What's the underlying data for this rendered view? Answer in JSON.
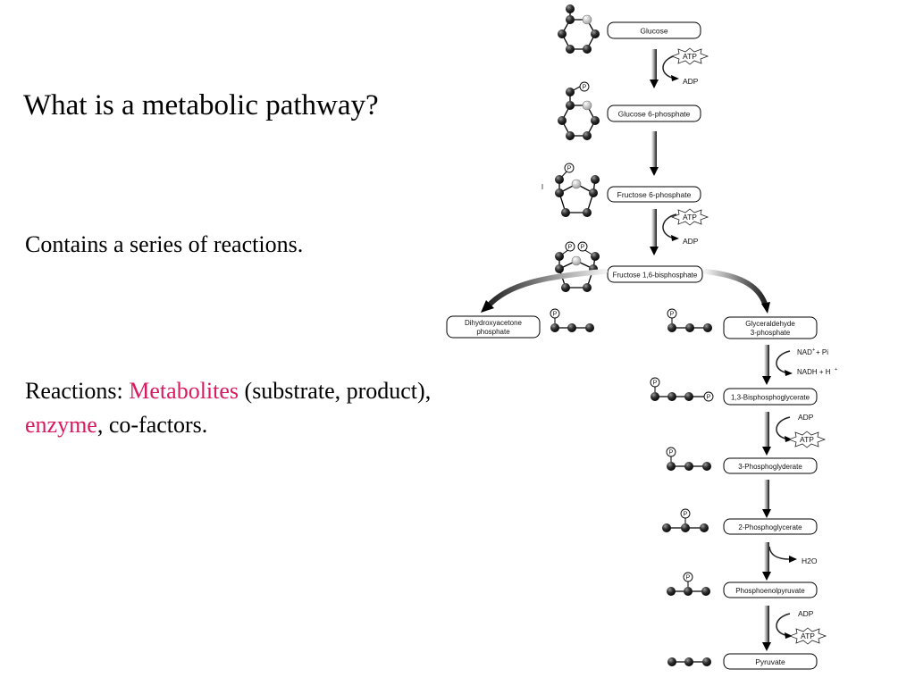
{
  "slide": {
    "title": "What is a metabolic pathway?",
    "point1": "Contains a series of reactions.",
    "point2": {
      "prefix": "Reactions: ",
      "metabolites": "Metabolites",
      "middle": " (substrate, product),",
      "enzyme": "enzyme",
      "suffix": ", co-factors."
    }
  },
  "colors": {
    "accent": "#d81b60",
    "text": "#000000"
  },
  "pathway": {
    "intermediates": {
      "glucose": "Glucose",
      "glucose_6_phosphate": "Glucose 6-phosphate",
      "fructose_6_phosphate": "Fructose 6-phosphate",
      "fructose_1_6_bisphosphate": "Fructose 1,6-bisphosphate",
      "dihydroxyacetone_phosphate_line1": "Dihydroxyacetone",
      "dihydroxyacetone_phosphate_line2": "phosphate",
      "glyceraldehyde_3_phosphate_line1": "Glyceraldehyde",
      "glyceraldehyde_3_phosphate_line2": "3-phosphate",
      "bisphosphoglycerate": "1,3-Bisphosphoglycerate",
      "phosphoglycerate_3": "3-Phosphoglyderate",
      "phosphoglycerate_2": "2-Phosphoglycerate",
      "phosphoenolpyruvate": "Phosphoenolpyruvate",
      "pyruvate": "Pyruvate"
    },
    "cofactors": {
      "atp": "ATP",
      "adp": "ADP",
      "nad": "NAD",
      "nad_pi": " + Pi",
      "nadh": "NADH + H",
      "plus_sign": "+",
      "h2o": "H2O"
    },
    "phosphate_symbol": "P"
  }
}
